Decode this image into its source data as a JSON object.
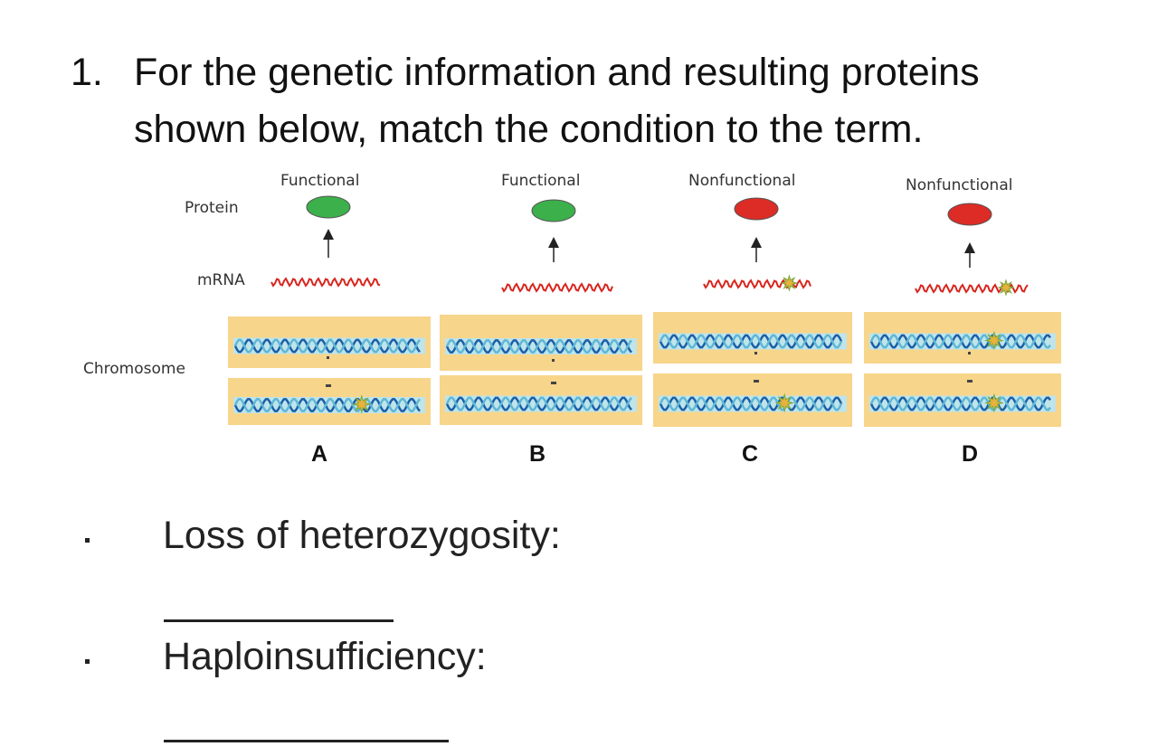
{
  "question": {
    "number": "1.",
    "line1": "For the genetic information and resulting proteins",
    "line2": "shown below, match the condition to the term."
  },
  "diagram": {
    "row_labels": {
      "protein": "Protein",
      "mrna": "mRNA",
      "chromosome": "Chromosome"
    },
    "columns": [
      {
        "letter": "A",
        "status": "Functional",
        "protein_color": "#3cb04a",
        "mrna_mutated": false,
        "top_mutated": false,
        "bottom_mutated": true
      },
      {
        "letter": "B",
        "status": "Functional",
        "protein_color": "#3cb04a",
        "mrna_mutated": false,
        "top_mutated": false,
        "bottom_mutated": false
      },
      {
        "letter": "C",
        "status": "Nonfunctional",
        "protein_color": "#dd2b26",
        "mrna_mutated": true,
        "top_mutated": false,
        "bottom_mutated": true
      },
      {
        "letter": "D",
        "status": "Nonfunctional",
        "protein_color": "#dd2b26",
        "mrna_mutated": true,
        "top_mutated": true,
        "bottom_mutated": true
      }
    ],
    "colors": {
      "chromosome_fill": "#f7d58a",
      "dna_band": "#bfe4ea",
      "dna_strand_1": "#1b5fa8",
      "dna_strand_2": "#5fb7d6",
      "mrna": "#d8261e",
      "mutation": "#e9b23a"
    }
  },
  "terms": [
    {
      "label": "Loss of heterozygosity:"
    },
    {
      "label": "Haploinsufficiency:"
    }
  ]
}
